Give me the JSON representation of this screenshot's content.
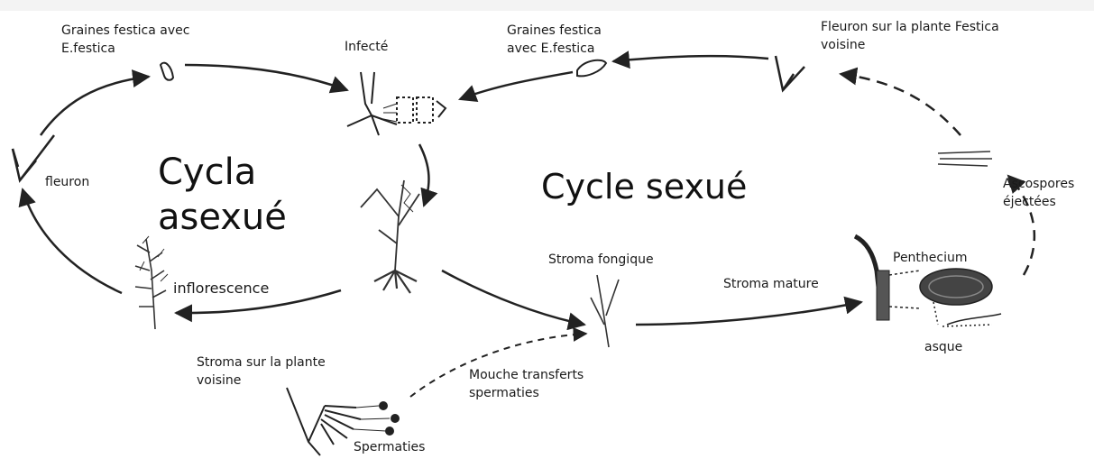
{
  "labels": {
    "seeds_left_l1": "Graines festica avec",
    "seeds_left_l2": "E.festica",
    "infected": "Infecté",
    "seeds_right_l1": "Graines festica",
    "seeds_right_l2": "avec E.festica",
    "fleuron_neighbor_l1": "Fleuron sur la plante Festica",
    "fleuron_neighbor_l2": "voisine",
    "fleuron": "fleuron",
    "asexual_l1": "Cycla",
    "asexual_l2": "asexué",
    "sexual": "Cycle sexué",
    "ascospores_l1": "Ascospores",
    "ascospores_l2": "éjectées",
    "stroma_fongique": "Stroma fongique",
    "penthecium": "Penthecium",
    "stroma_mature": "Stroma mature",
    "inflorescence": "inflorescence",
    "asque": "asque",
    "stroma_neighbor_l1": "Stroma sur la plante",
    "stroma_neighbor_l2": "voisine",
    "fly_l1": "Mouche transferts",
    "fly_l2": "spermaties",
    "spermaties": "Spermaties"
  },
  "colors": {
    "ink": "#1a1a1a",
    "background": "#ffffff"
  }
}
